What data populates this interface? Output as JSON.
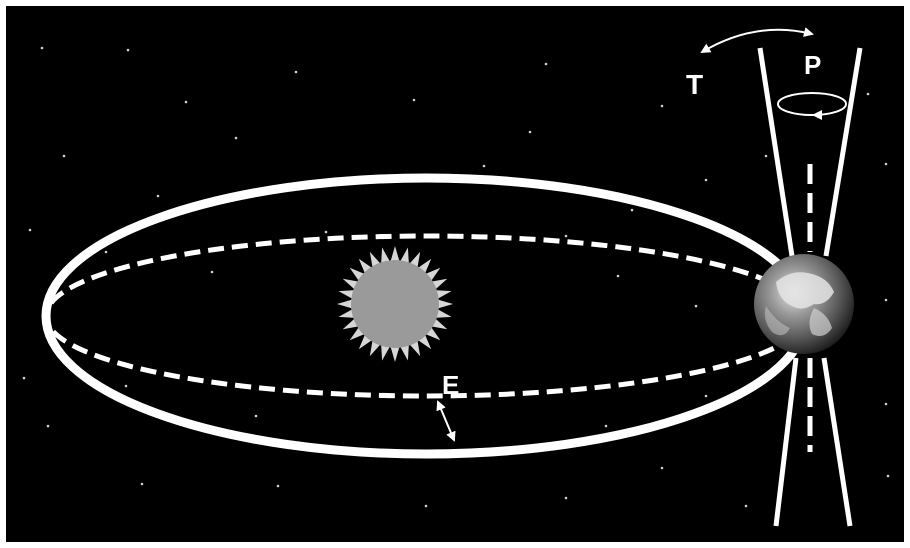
{
  "labels": {
    "tilt": "T",
    "precession": "P",
    "eccentricity": "E"
  },
  "colors": {
    "background": "#000000",
    "orbit": "#ffffff",
    "sun": "#9a9a9a",
    "sun_rays": "#d6d6d6",
    "star": "#cfcfcf"
  },
  "icons": {
    "sun": "sun-icon",
    "earth": "earth-icon"
  }
}
